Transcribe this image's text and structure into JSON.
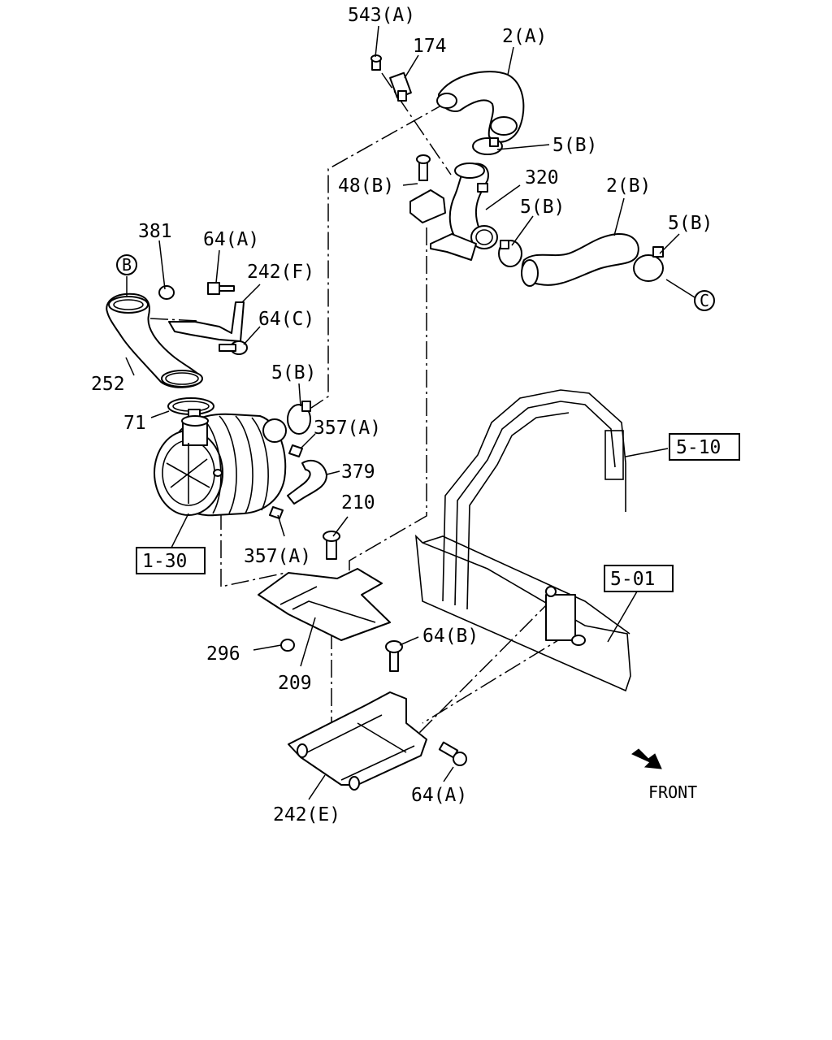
{
  "callouts": {
    "c_543a": "543(A)",
    "c_174": "174",
    "c_2a": "2(A)",
    "c_5b_top": "5(B)",
    "c_48b": "48(B)",
    "c_320": "320",
    "c_5b_mid": "5(B)",
    "c_2b": "2(B)",
    "c_5b_right": "5(B)",
    "c_381": "381",
    "c_64a_top": "64(A)",
    "c_242f": "242(F)",
    "c_64c": "64(C)",
    "c_5b_left": "5(B)",
    "c_252": "252",
    "c_71": "71",
    "c_357a_top": "357(A)",
    "c_379": "379",
    "c_210": "210",
    "c_357a_bot": "357(A)",
    "c_64b": "64(B)",
    "c_296": "296",
    "c_209": "209",
    "c_64a_bot": "64(A)",
    "c_242e": "242(E)"
  },
  "references": {
    "ref_1_30": "1-30",
    "ref_5_10": "5-10",
    "ref_5_01": "5-01"
  },
  "connectors": {
    "circle_b": "B",
    "circle_c": "C"
  },
  "front_label": "FRONT",
  "icons": {
    "front_arrow": "front-arrow-icon"
  }
}
